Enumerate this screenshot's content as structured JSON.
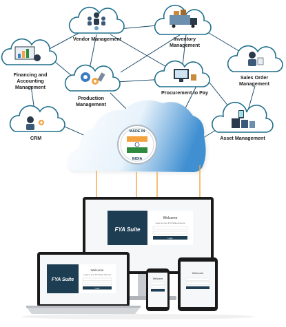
{
  "modules": [
    {
      "id": "vendor",
      "label": "Vendor Management"
    },
    {
      "id": "inventory",
      "label": "Inventory\nManagement"
    },
    {
      "id": "financing",
      "label": "Financing and\nAccounting\nManagement"
    },
    {
      "id": "production",
      "label": "Production\nManagement"
    },
    {
      "id": "procurement",
      "label": "Procurement to Pay"
    },
    {
      "id": "salesorder",
      "label": "Sales Order\nManagement"
    },
    {
      "id": "crm",
      "label": "CRM"
    },
    {
      "id": "asset",
      "label": "Asset Management"
    }
  ],
  "badge": {
    "top_text": "MADE IN",
    "bottom_text": "INDIA"
  },
  "screens": {
    "monitor": {
      "brand": "FYA Suite",
      "heading": "Welcome",
      "subheading": "Login to your FYA Suite Account",
      "button": "Login"
    },
    "laptop": {
      "brand": "FYA Suite",
      "heading": "Welcome",
      "subheading": "Login to your FYA Suite Account",
      "button": "Login"
    },
    "phone": {
      "heading": "Welcome"
    },
    "tablet": {
      "heading": "Welcome"
    }
  },
  "colors": {
    "cloud_border": "#1f6f8b",
    "connector": "#1f4e6b",
    "drop_line": "#f4a340",
    "screen_dark": "#1c3d52",
    "flag_saffron": "#f4a340",
    "flag_green": "#2e8b3e",
    "chakra": "#1e3a8a"
  }
}
